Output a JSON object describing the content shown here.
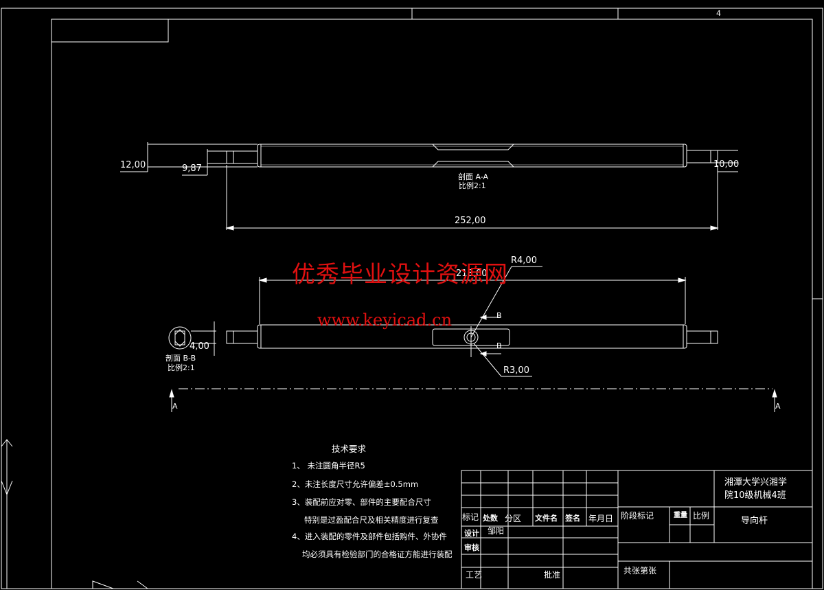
{
  "sheet_number": "4",
  "views": {
    "section_aa": {
      "label": "剖面 A-A",
      "scale": "比例2:1",
      "dim_outer_dia": "12,00",
      "dim_step_dia": "9,87",
      "dim_right_dia": "10,00",
      "dim_length": "252,00"
    },
    "main_view": {
      "dim_inner_length": "218,00",
      "dim_radius_top": "R4,00",
      "dim_radius_bottom": "R3,00",
      "dim_section_height": "4,00",
      "section_marker_top": "B",
      "section_marker_bottom": "B",
      "cut_plane_left": "A",
      "cut_plane_right": "A"
    },
    "section_bb": {
      "label": "剖面 B-B",
      "scale": "比例2:1"
    }
  },
  "watermark": {
    "title": "优秀毕业设计资源网",
    "url": "www.keyicad.cn"
  },
  "tech_requirements": {
    "title": "技术要求",
    "items": [
      "1、 未注圆角半径R5",
      "2、未注长度尺寸允许偏差±0.5mm",
      "3、装配前应对零、部件的主要配合尺寸",
      "特别是过盈配合尺及相关精度进行复查",
      "4、进入装配的零件及部件包括购件、外协件",
      "均必须具有检验部门的合格证方能进行装配"
    ]
  },
  "title_block": {
    "school_line1": "湘潭大学兴湘学",
    "school_line2": "院10级机械4班",
    "part_name": "导向杆",
    "col_mark": "标记",
    "col_count": "处数",
    "col_zone": "分区",
    "col_docno": "文件名",
    "col_sign": "签名",
    "col_date": "年月日",
    "stage_mark": "阶段标记",
    "weight": "重量",
    "scale": "比例",
    "design": "设计",
    "designer": "邹阳",
    "review": "审核",
    "process": "工艺",
    "approve": "批准",
    "sheets": "共张第张"
  }
}
